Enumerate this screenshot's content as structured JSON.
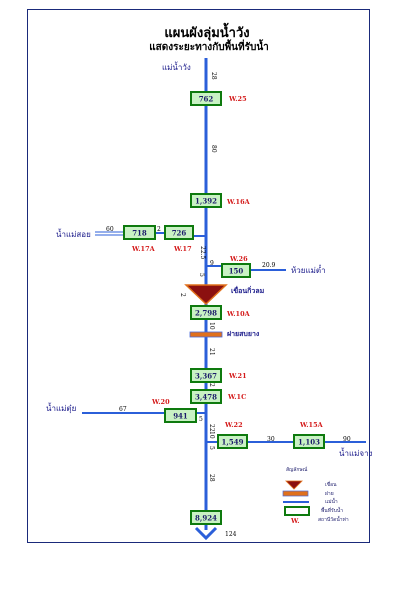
{
  "title": "แผนผังลุ่มน้ำวัง",
  "subtitle": "แสดงระยะทางกับพื้นที่รับน้ำ",
  "main_river_label": "แม่น้ำวัง",
  "stations": [
    {
      "value": "762",
      "code": "W.25"
    },
    {
      "value": "1,392",
      "code": "W.16A"
    },
    {
      "value": "726",
      "code": "W.17"
    },
    {
      "value": "718",
      "code": "W.17A"
    },
    {
      "value": "150",
      "code": "W.26"
    },
    {
      "value": "2,798",
      "code": "W.10A"
    },
    {
      "value": "3,367",
      "code": "W.21"
    },
    {
      "value": "3,478",
      "code": "W.1C"
    },
    {
      "value": "941",
      "code": "W.20"
    },
    {
      "value": "1,549",
      "code": "W.22"
    },
    {
      "value": "1,103",
      "code": "W.15A"
    },
    {
      "value": "8,924",
      "code": ""
    }
  ],
  "tributaries": {
    "mae_soi": "น้ำแม่สอย",
    "huai_mae_tam": "ห้วยแม่ต๋ำ",
    "mae_tui": "น้ำแม่ตุ๋ย",
    "mae_chang": "น้ำแม่จาง"
  },
  "dam_label": "เขื่อนกิ่วลม",
  "weir_label": "ฝายสบยาง",
  "distances": [
    "28",
    "80",
    "60",
    "2",
    "22.5",
    "9",
    "20.9",
    "5",
    "2",
    "10",
    "21",
    "2",
    "22",
    "67",
    "5",
    "10",
    "30",
    "90",
    "5",
    "28",
    "124"
  ],
  "legend": {
    "title": "สัญลักษณ์",
    "dam": "เขื่อน",
    "weir": "ฝาย",
    "river": "แม่น้ำ",
    "station_area": "พื้นที่รับน้ำ",
    "station_code_box": "W.",
    "station_code": "สถานีวัดน้ำท่า"
  },
  "colors": {
    "river": "#2b5fd9",
    "station_border": "#0e7a0e",
    "station_fill": "#c9f2c4",
    "station_code": "#d41a1a",
    "dam": "#8b1010",
    "weir": "#e0701c",
    "frame": "#1a2a7a"
  }
}
